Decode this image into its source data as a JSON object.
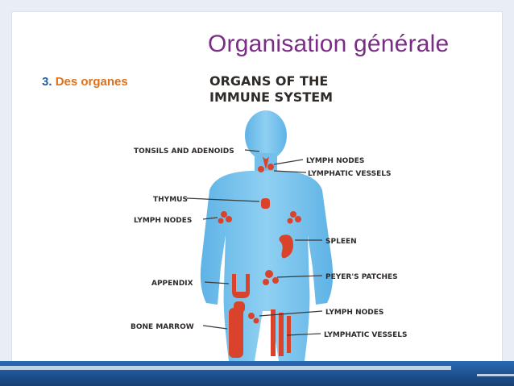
{
  "slide": {
    "title": "Organisation générale",
    "section_number": "3.",
    "section_text": "Des organes"
  },
  "diagram": {
    "title_line1": "ORGANS OF THE",
    "title_line2": "IMMUNE SYSTEM",
    "labels": {
      "tonsils": "TONSILS AND ADENOIDS",
      "lymph_nodes_neck": "LYMPH NODES",
      "lymphatic_vessels_neck": "LYMPHATIC VESSELS",
      "thymus": "THYMUS",
      "lymph_nodes_left": "LYMPH NODES",
      "spleen": "SPLEEN",
      "appendix": "APPENDIX",
      "peyers_patches": "PEYER'S PATCHES",
      "lymph_nodes_groin": "LYMPH NODES",
      "bone_marrow": "BONE MARROW",
      "lymphatic_vessels_leg": "LYMPHATIC VESSELS"
    }
  },
  "colors": {
    "title": "#7b2c86",
    "section_number": "#1f5d9e",
    "section_text": "#e07018",
    "body": "#7cc4ec",
    "organ": "#d9432c",
    "bottom_bar": "#1c4f8d"
  }
}
